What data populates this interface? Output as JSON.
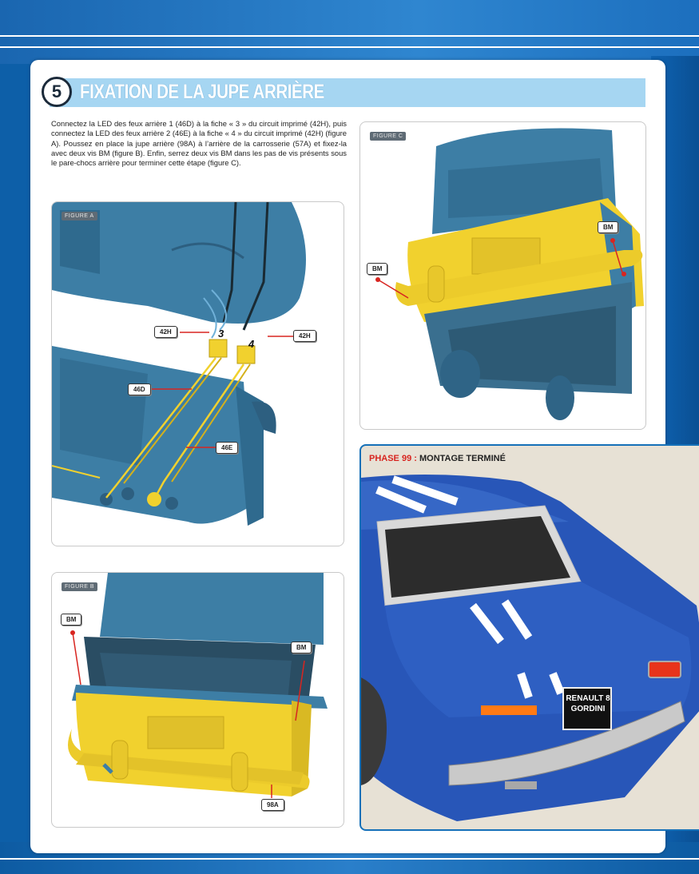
{
  "step": {
    "number": "5",
    "title": "FIXATION DE LA JUPE ARRIÈRE"
  },
  "intro_text": "Connectez la LED des feux arrière 1 (46D) à la fiche « 3 » du circuit imprimé (42H), puis connectez la LED des feux arrière 2 (46E) à la fiche « 4 » du circuit imprimé (42H) (figure A). Poussez en place la jupe arrière (98A) à l’arrière de la carrosserie (57A) et fixez-la avec deux vis BM (figure B). Enfin, serrez deux vis BM dans les pas de vis présents sous le pare-chocs arrière pour terminer cette étape (figure C).",
  "figure_a": {
    "tag": "FIGURE A",
    "callouts": [
      "42H",
      "42H",
      "46D",
      "46E"
    ],
    "plug_numbers": [
      "3",
      "4"
    ]
  },
  "figure_b": {
    "tag": "FIGURE B",
    "callouts": [
      "BM",
      "BM",
      "98A"
    ]
  },
  "figure_c": {
    "tag": "FIGURE C",
    "callouts": [
      "BM",
      "BM"
    ]
  },
  "phase": {
    "label_red": "PHASE 99 :",
    "label_text": " MONTAGE TERMINÉ",
    "plate_line1": "RENAULT 8",
    "plate_line2": "GORDINI"
  },
  "colors": {
    "body_blue": "#3d7ea5",
    "bumper_yellow": "#f1d12e",
    "car_blue": "#2856b8",
    "accent_red": "#d82520"
  }
}
